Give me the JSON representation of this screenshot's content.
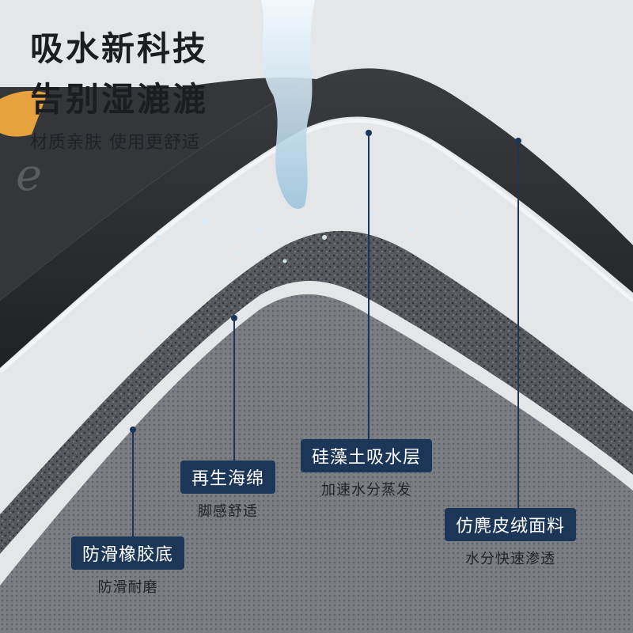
{
  "headline": {
    "line1": "吸水新科技",
    "line2": "告别湿漉漉",
    "subline": "材质亲肤 使用更舒适"
  },
  "layers": [
    {
      "key": "microsuede",
      "label": "仿麂皮绒面料",
      "desc": "水分快速渗透"
    },
    {
      "key": "diatom",
      "label": "硅藻土吸水层",
      "desc": "加速水分蒸发"
    },
    {
      "key": "foam",
      "label": "再生海绵",
      "desc": "脚感舒适"
    },
    {
      "key": "rubber",
      "label": "防滑橡胶底",
      "desc": "防滑耐磨"
    }
  ],
  "colors": {
    "background": "#e4e6e8",
    "label_bg": "#1c3657",
    "top_layer": "#2b2d31",
    "foam_layer": "#4a4c50",
    "rubber_layer": "#6d7075",
    "water": "#d6e7f2"
  }
}
